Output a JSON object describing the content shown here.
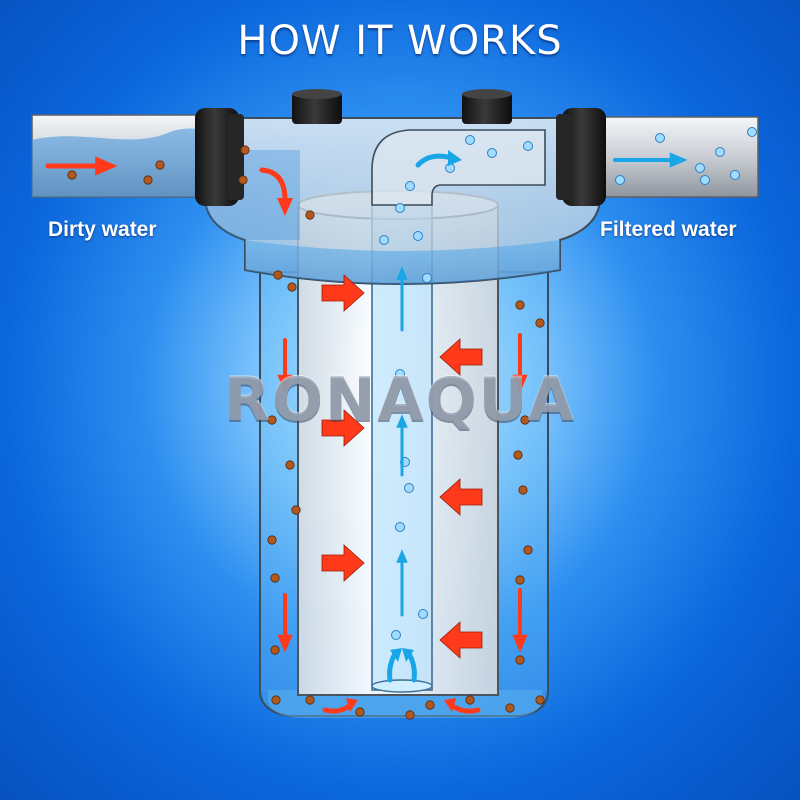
{
  "title": "HOW IT WORKS",
  "labels": {
    "inlet": "Dirty water",
    "outlet": "Filtered water"
  },
  "watermark": "RONAQUA",
  "colors": {
    "background": "#0b66dc",
    "dirty_flow_arrow": "#ff3a1a",
    "clean_flow_arrow": "#19a6e6",
    "fittings": "#1c1c1c",
    "particles": "#b0581e",
    "bubbles": "#9fdcff"
  },
  "icons": {
    "dirty_flow": "red-flow-arrow-icon",
    "clean_flow": "blue-flow-arrow-icon",
    "particle": "dirt-particle-icon",
    "bubble": "clean-bubble-icon"
  }
}
